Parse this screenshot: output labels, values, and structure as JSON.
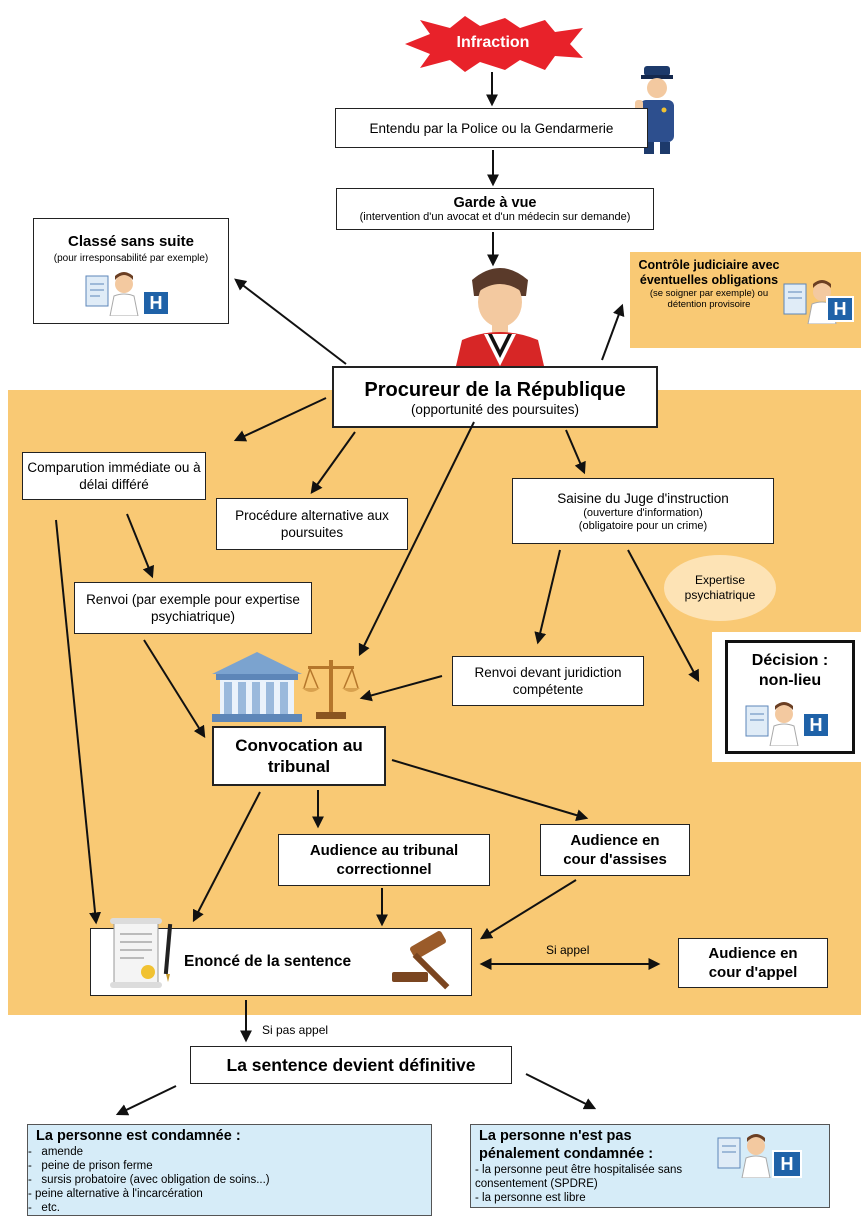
{
  "colors": {
    "orange": "#f9c974",
    "light_blue": "#d6ecf8",
    "red_star": "#e8222a",
    "expertise_oval": "#fde3b5"
  },
  "infraction": "Infraction",
  "entendu": "Entendu par la Police ou la Gendarmerie",
  "garde": {
    "title": "Garde à vue",
    "sub": "(intervention d'un avocat et d'un médecin sur demande)"
  },
  "classe": {
    "title": "Classé sans suite",
    "sub": "(pour irresponsabilité par exemple)"
  },
  "controle": {
    "title": "Contrôle judiciaire avec éventuelles obligations",
    "sub": "(se soigner par exemple) ou détention provisoire"
  },
  "procureur": {
    "title": "Procureur de la République",
    "sub": "(opportunité des poursuites)"
  },
  "comparution": "Comparution immédiate ou à délai différé",
  "procedure_alt": "Procédure alternative aux poursuites",
  "saisine": {
    "title": "Saisine du Juge d'instruction",
    "sub1": "(ouverture d'information)",
    "sub2": "(obligatoire pour un crime)"
  },
  "expertise": "Expertise psychiatrique",
  "renvoi1": "Renvoi (par exemple pour expertise psychiatrique)",
  "renvoi2": "Renvoi devant juridiction compétente",
  "decision": "Décision : non-lieu",
  "convocation": "Convocation au tribunal",
  "audience_corr": "Audience au tribunal correctionnel",
  "audience_assises": "Audience en cour d'assises",
  "enonce": "Enoncé de la sentence",
  "si_appel": "Si appel",
  "audience_appel": "Audience en cour d'appel",
  "si_pas_appel": "Si pas appel",
  "definitive": "La sentence devient définitive",
  "condamnee": {
    "title": "La personne est condamnée :",
    "items": [
      "amende",
      "peine de prison ferme",
      "sursis probatoire (avec obligation de soins...)",
      "peine alternative à l'incarcération",
      "etc."
    ]
  },
  "non_condamnee": {
    "title": "La personne n'est pas pénalement condamnée :",
    "line1": "- la personne peut être hospitalisée sans consentement (SPDRE)",
    "line2": "- la personne est libre"
  },
  "hospital_letter": "H"
}
